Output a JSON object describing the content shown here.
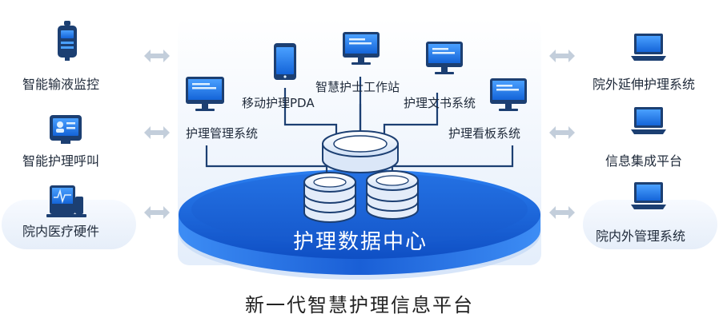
{
  "center": {
    "title": "护理数据中心"
  },
  "footer": {
    "title": "新一代智慧护理信息平台"
  },
  "left_column": {
    "items": [
      {
        "label": "智能输液监控",
        "icon": "infusion-monitor-icon"
      },
      {
        "label": "智能护理呼叫",
        "icon": "nurse-call-icon"
      },
      {
        "label": "院内医疗硬件",
        "icon": "medical-hardware-icon"
      }
    ]
  },
  "right_column": {
    "items": [
      {
        "label": "院外延伸护理系统",
        "icon": "laptop-icon"
      },
      {
        "label": "信息集成平台",
        "icon": "laptop-icon"
      },
      {
        "label": "院内外管理系统",
        "icon": "laptop-icon"
      }
    ]
  },
  "top_systems": {
    "mobile_pda": "移动护理PDA",
    "smart_station": "智慧护士工作站",
    "nursing_docs": "护理文书系统",
    "nursing_mgmt": "护理管理系统",
    "nursing_board": "护理看板系统"
  },
  "colors": {
    "primary_blue": "#1565d8",
    "dark_blue": "#0b3ea8",
    "light_panel": "#eef4fc",
    "arrow_gray": "#c3cedb"
  }
}
